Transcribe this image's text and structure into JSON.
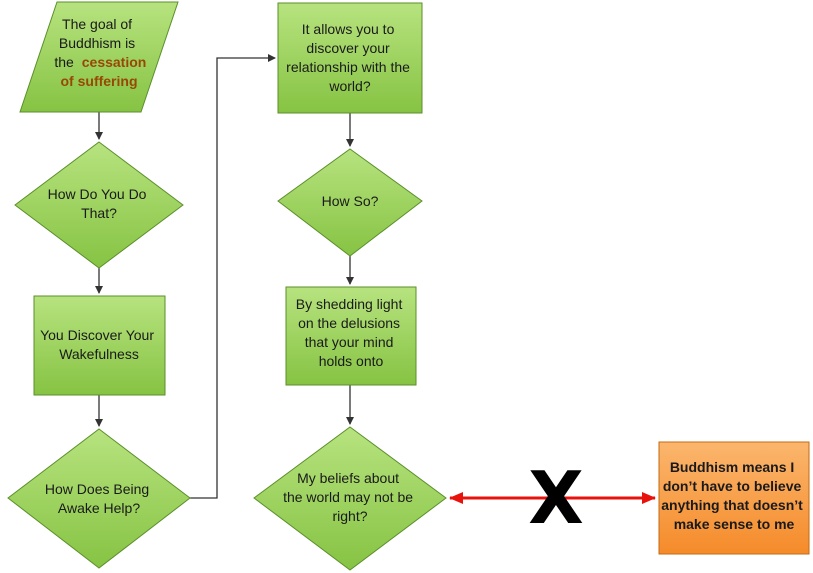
{
  "colors": {
    "node_fill_top": "#b7e37f",
    "node_fill_bottom": "#86c343",
    "node_stroke": "#5a8f2a",
    "orange_fill_top": "#fbb66d",
    "orange_fill_bottom": "#f58b2a",
    "orange_stroke": "#c46a14",
    "connector": "#333333",
    "red_arrow": "#e8120c",
    "highlight_text": "#984806"
  },
  "nodes": {
    "goal": {
      "lines": [
        "The goal of",
        "Buddhism is",
        "the",
        "cessation",
        "of suffering"
      ],
      "highlight": "cessation of suffering"
    },
    "how_do_you_do_that": {
      "lines": [
        "How Do You Do",
        "That?"
      ]
    },
    "discover_wakefulness": {
      "lines": [
        "You Discover Your",
        "Wakefulness"
      ]
    },
    "how_does_awake_help": {
      "lines": [
        "How Does Being",
        "Awake Help?"
      ]
    },
    "relationship": {
      "lines": [
        "It allows you to",
        "discover your",
        "relationship with the",
        "world?"
      ]
    },
    "how_so": {
      "lines": [
        "How So?"
      ]
    },
    "shedding_light": {
      "lines": [
        "By shedding light",
        "on the delusions",
        "that your mind",
        "holds onto"
      ]
    },
    "beliefs": {
      "lines": [
        "My beliefs about",
        "the world may not be",
        "right?"
      ]
    },
    "buddhism_means": {
      "lines": [
        "Buddhism  means I",
        "don’t have to believe",
        "anything that doesn’t",
        "make  sense to me"
      ]
    }
  },
  "x_mark": "X"
}
